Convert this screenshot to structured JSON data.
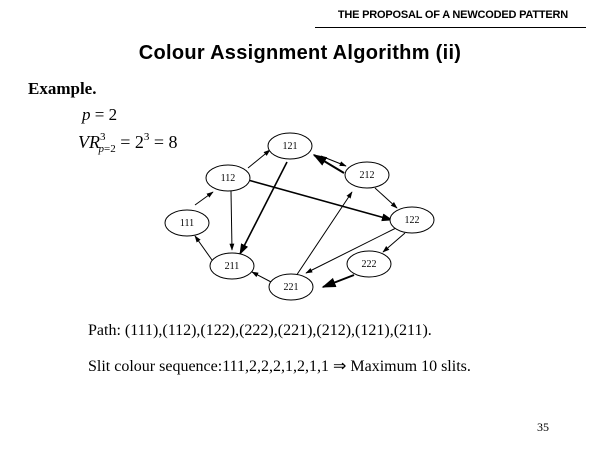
{
  "header": {
    "text": "THE PROPOSAL OF A NEWCODED PATTERN"
  },
  "title": "Colour Assignment Algorithm (ii)",
  "example_label": "Example.",
  "equation_p": {
    "var": "p",
    "rest": " = 2"
  },
  "equation_vr": {
    "symbol": "VR",
    "superscript": "3",
    "subscript_var": "p",
    "subscript_rest": "=2",
    "equals": " = 2",
    "power": "3",
    "result": " = 8"
  },
  "diagram": {
    "nodes": [
      {
        "id": "121",
        "label": "121"
      },
      {
        "id": "212",
        "label": "212"
      },
      {
        "id": "112",
        "label": "112"
      },
      {
        "id": "122",
        "label": "122"
      },
      {
        "id": "111",
        "label": "111"
      },
      {
        "id": "222",
        "label": "222"
      },
      {
        "id": "211",
        "label": "211"
      },
      {
        "id": "221",
        "label": "221"
      }
    ]
  },
  "path_text": "Path: (111),(112),(122),(222),(221),(212),(121),(211).",
  "slit_text_prefix": "Slit colour sequence:111,2,2,2,1,2,1,1",
  "slit_arrow": "⇒",
  "slit_text_suffix": "Maximum 10 slits.",
  "page_number": "35"
}
